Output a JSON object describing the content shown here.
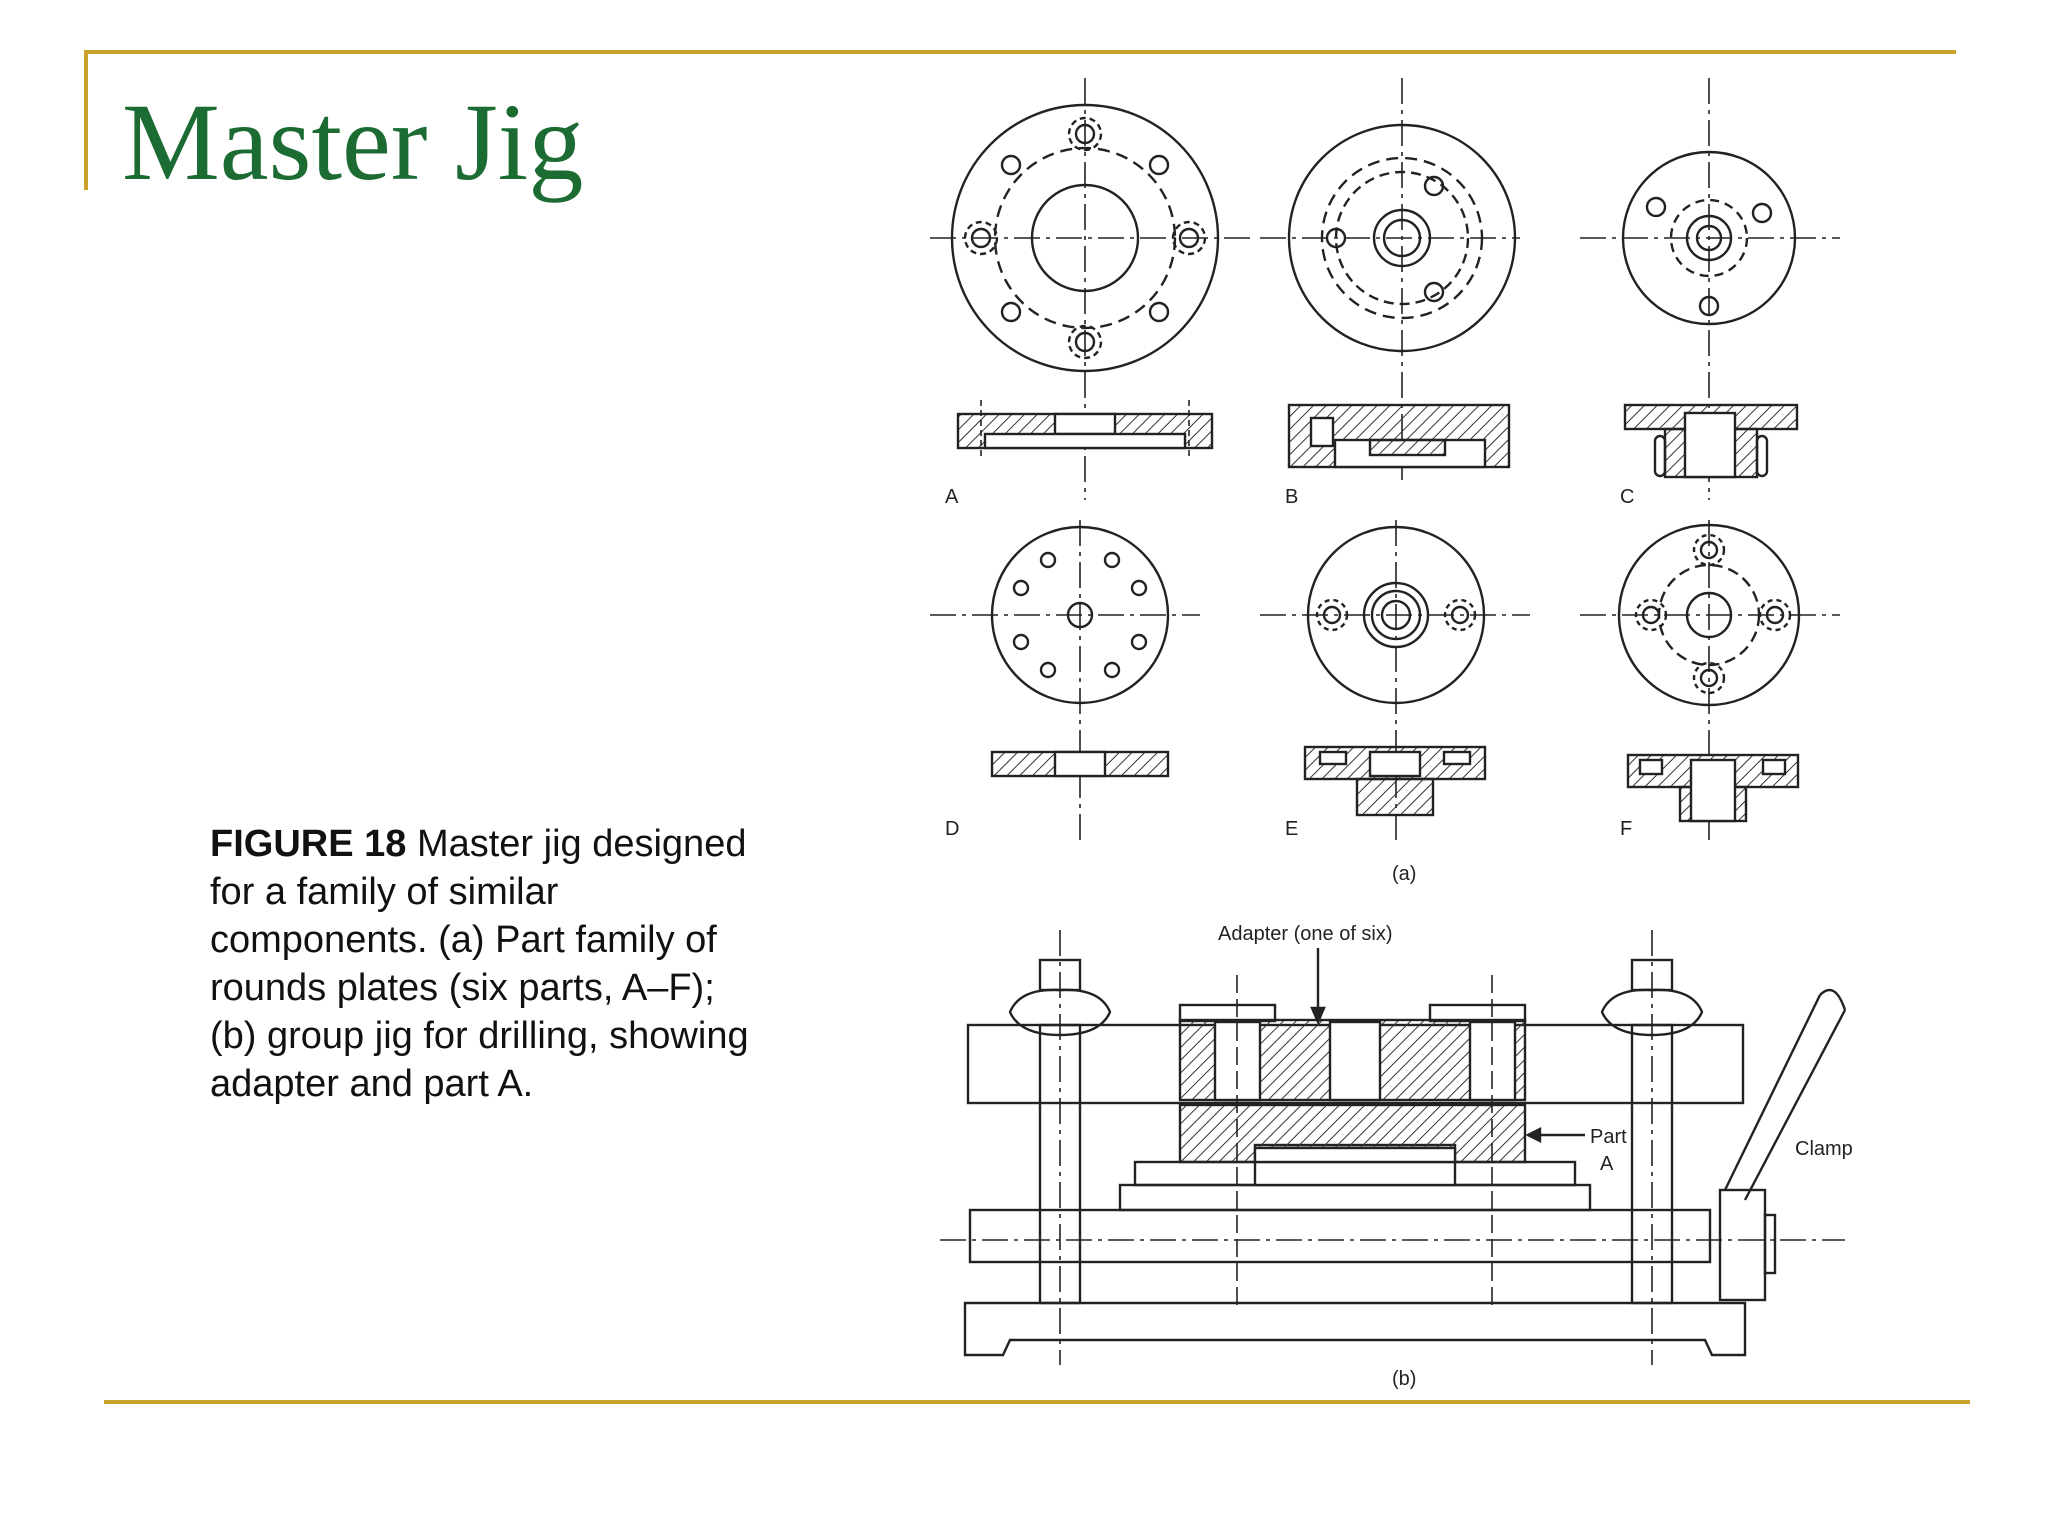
{
  "slide": {
    "title": "Master Jig",
    "caption_bold": "FIGURE 18",
    "caption_text": " Master jig designed for a family of similar components. (a) Part family of rounds plates (six parts, A–F); (b) group jig for drilling, showing adapter and part A."
  },
  "figure": {
    "part_labels": [
      "A",
      "B",
      "C",
      "D",
      "E",
      "F"
    ],
    "sub_a": "(a)",
    "sub_b": "(b)",
    "adapter_label": "Adapter (one of six)",
    "part_label_line1": "Part",
    "part_label_line2": "A",
    "clamp_label": "Clamp"
  },
  "colors": {
    "title": "#1b6b33",
    "accent_rule": "#c9a227",
    "drawing": "#222222"
  }
}
